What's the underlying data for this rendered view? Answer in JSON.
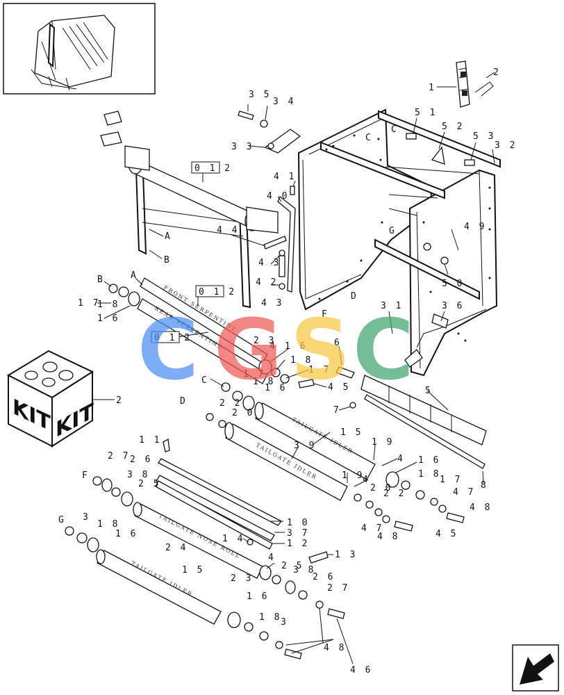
{
  "diagram": {
    "callout_labels": [
      {
        "id": "l1",
        "text": "1"
      },
      {
        "id": "l2",
        "text": "2"
      },
      {
        "id": "l35",
        "text": "3 5"
      },
      {
        "id": "l34",
        "text": "3 4"
      },
      {
        "id": "l33",
        "text": "3 3"
      },
      {
        "id": "l51",
        "text": "5 1"
      },
      {
        "id": "l52",
        "text": "5 2"
      },
      {
        "id": "l53",
        "text": "5 3"
      },
      {
        "id": "l32",
        "text": "3 2"
      },
      {
        "id": "lC1",
        "text": "C"
      },
      {
        "id": "lC2",
        "text": "C"
      },
      {
        "id": "l41",
        "text": "4 1"
      },
      {
        "id": "l40",
        "text": "4 0"
      },
      {
        "id": "l44",
        "text": "4 4"
      },
      {
        "id": "lA1",
        "text": "A"
      },
      {
        "id": "lB1",
        "text": "B"
      },
      {
        "id": "l43a",
        "text": "4 3"
      },
      {
        "id": "l42",
        "text": "4 2"
      },
      {
        "id": "l43b",
        "text": "4 3"
      },
      {
        "id": "l49",
        "text": "4 9"
      },
      {
        "id": "l50",
        "text": "5 0"
      },
      {
        "id": "lG1",
        "text": "G"
      },
      {
        "id": "lD1",
        "text": "D"
      },
      {
        "id": "lF1",
        "text": "F"
      },
      {
        "id": "l31",
        "text": "3 1"
      },
      {
        "id": "l36",
        "text": "3 6"
      },
      {
        "id": "lB2",
        "text": "B"
      },
      {
        "id": "lA2",
        "text": "A"
      },
      {
        "id": "l17a",
        "text": "1 7"
      },
      {
        "id": "l18a",
        "text": "1 8"
      },
      {
        "id": "l16a",
        "text": "1 6"
      },
      {
        "id": "l23a",
        "text": "2 3"
      },
      {
        "id": "l4a",
        "text": "4"
      },
      {
        "id": "l16b",
        "text": "1 6"
      },
      {
        "id": "l6",
        "text": "6"
      },
      {
        "id": "l18b",
        "text": "1 8"
      },
      {
        "id": "l17b",
        "text": "1 7"
      },
      {
        "id": "lC3",
        "text": "C"
      },
      {
        "id": "l17c",
        "text": "1 7"
      },
      {
        "id": "l18c",
        "text": "1 8"
      },
      {
        "id": "l16c",
        "text": "1 6"
      },
      {
        "id": "l45a",
        "text": "4 5"
      },
      {
        "id": "lD2",
        "text": "D"
      },
      {
        "id": "l22a",
        "text": "2 2"
      },
      {
        "id": "l20a",
        "text": "2 0"
      },
      {
        "id": "l7",
        "text": "7"
      },
      {
        "id": "l5",
        "text": "5"
      },
      {
        "id": "l2b",
        "text": "2"
      },
      {
        "id": "l15a",
        "text": "1 5"
      },
      {
        "id": "l39",
        "text": "3 9"
      },
      {
        "id": "l19a",
        "text": "1 9"
      },
      {
        "id": "l4b",
        "text": "4"
      },
      {
        "id": "l16d",
        "text": "1 6"
      },
      {
        "id": "l8",
        "text": "8"
      },
      {
        "id": "l19b",
        "text": "1 9"
      },
      {
        "id": "l4c",
        "text": "4"
      },
      {
        "id": "l20b",
        "text": "2 0"
      },
      {
        "id": "l22b",
        "text": "2 2"
      },
      {
        "id": "l18d",
        "text": "1 8"
      },
      {
        "id": "l17d",
        "text": "1 7"
      },
      {
        "id": "l47a",
        "text": "4 7"
      },
      {
        "id": "l48a",
        "text": "4 8"
      },
      {
        "id": "l47b",
        "text": "4 7"
      },
      {
        "id": "l48b",
        "text": "4 8"
      },
      {
        "id": "l45b",
        "text": "4 5"
      },
      {
        "id": "l11",
        "text": "1 1"
      },
      {
        "id": "l27a",
        "text": "2 7"
      },
      {
        "id": "l26a",
        "text": "2 6"
      },
      {
        "id": "lF2",
        "text": "F"
      },
      {
        "id": "l38a",
        "text": "3 8"
      },
      {
        "id": "l25a",
        "text": "2 5"
      },
      {
        "id": "l10",
        "text": "1 0"
      },
      {
        "id": "l37",
        "text": "3 7"
      },
      {
        "id": "l12",
        "text": "1 2"
      },
      {
        "id": "l14",
        "text": "1 4"
      },
      {
        "id": "l13",
        "text": "1 3"
      },
      {
        "id": "lG2",
        "text": "G"
      },
      {
        "id": "l3a",
        "text": "3"
      },
      {
        "id": "l18e",
        "text": "1 8"
      },
      {
        "id": "l16e",
        "text": "1 6"
      },
      {
        "id": "l24",
        "text": "2 4"
      },
      {
        "id": "l4d",
        "text": "4"
      },
      {
        "id": "l25b",
        "text": "2 5"
      },
      {
        "id": "l23b",
        "text": "2 3"
      },
      {
        "id": "l38b",
        "text": "3 8"
      },
      {
        "id": "l26b",
        "text": "2 6"
      },
      {
        "id": "l27b",
        "text": "2 7"
      },
      {
        "id": "l15b",
        "text": "1 5"
      },
      {
        "id": "l16f",
        "text": "1 6"
      },
      {
        "id": "l18f",
        "text": "1 8"
      },
      {
        "id": "l3b",
        "text": "3"
      },
      {
        "id": "l48c",
        "text": "4 8"
      },
      {
        "id": "l46",
        "text": "4 6"
      }
    ],
    "boxed_labels": [
      {
        "id": "b1",
        "text": "0 1 2"
      },
      {
        "id": "b2",
        "text": "0 1 2"
      },
      {
        "id": "b3",
        "text": "0 1 2"
      }
    ],
    "roller_texts": [
      {
        "id": "r1",
        "text": "FRONT SERPENTINE"
      },
      {
        "id": "r2",
        "text": "REAR SERPENTINE"
      },
      {
        "id": "r3",
        "text": "TAILGATE IDLER"
      },
      {
        "id": "r4",
        "text": "TAILGATE IDLER"
      },
      {
        "id": "r5",
        "text": "TAILGATE NOSE ROLL"
      },
      {
        "id": "r6",
        "text": "TAILGATE IDLER"
      }
    ],
    "kit": {
      "text_left": "KIT",
      "text_right": "KIT"
    },
    "watermark": {
      "letters": [
        "C",
        "G",
        "S",
        "C"
      ],
      "colors": [
        "#4d8ef0",
        "#ee5a56",
        "#f7c843",
        "#3fa56e"
      ]
    }
  }
}
